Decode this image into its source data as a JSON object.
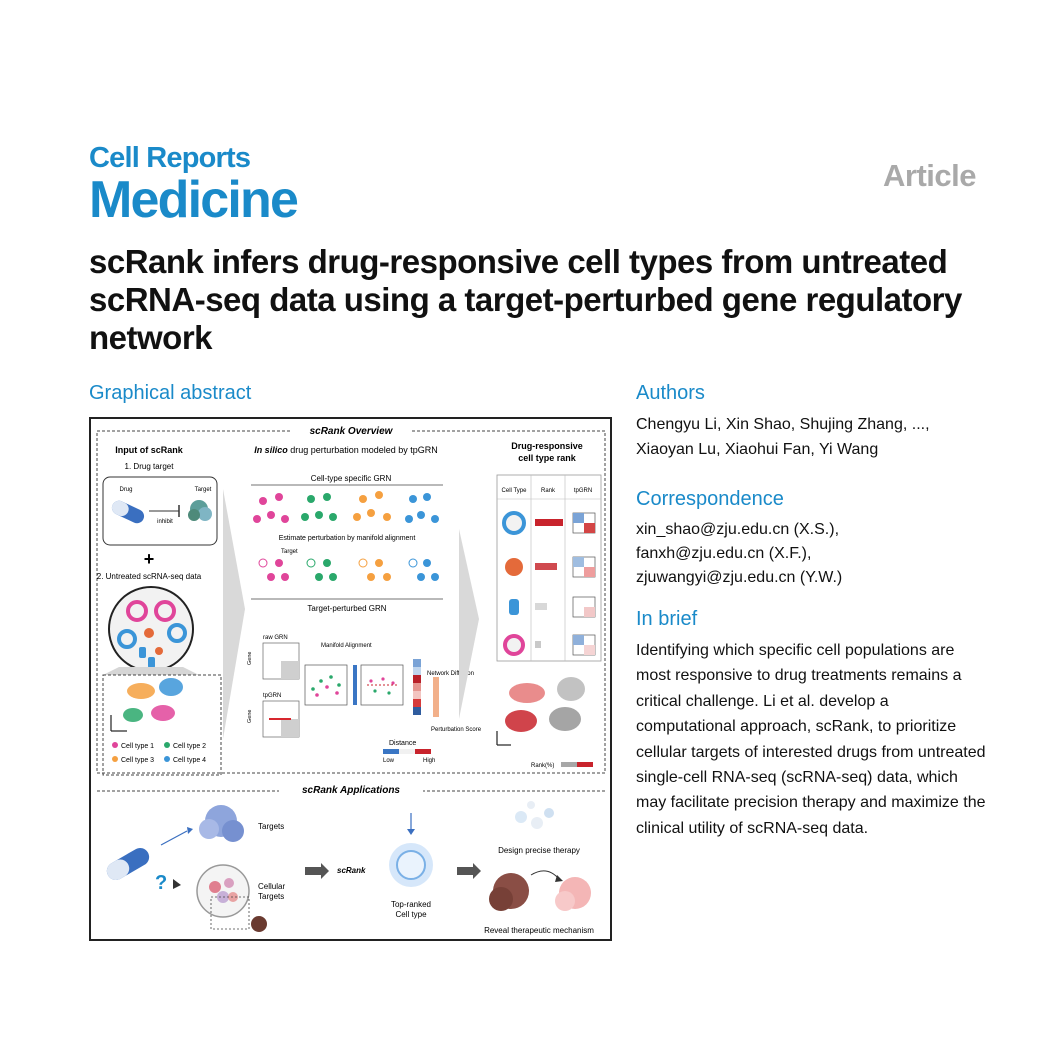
{
  "journal": {
    "line1": "Cell Reports",
    "line2": "Medicine"
  },
  "article_type": "Article",
  "title": "scRank infers drug-responsive cell types from untreated scRNA-seq data using a target-perturbed gene regulatory network",
  "sections": {
    "graphical_abstract": "Graphical abstract",
    "authors": "Authors",
    "correspondence": "Correspondence",
    "in_brief": "In brief"
  },
  "authors": "Chengyu Li, Xin Shao, Shujing Zhang, ..., Xiaoyan Lu, Xiaohui Fan, Yi Wang",
  "correspondence": [
    "xin_shao@zju.edu.cn (X.S.),",
    "fanxh@zju.edu.cn (X.F.),",
    "zjuwangyi@zju.edu.cn (Y.W.)"
  ],
  "in_brief": "Identifying which specific cell populations are most responsive to drug treatments remains a critical challenge. Li et al. develop a computational approach, scRank, to prioritize cellular targets of interested drugs from untreated single-cell RNA-seq (scRNA-seq) data, which may facilitate precision therapy and maximize the clinical utility of scRNA-seq data.",
  "figure": {
    "overview_title": "scRank Overview",
    "input_title": "Input of scRank",
    "step1": "1. Drug target",
    "drug": "Drug",
    "target": "Target",
    "inhibit": "inhibit",
    "plus": "+",
    "step2": "2. Untreated scRNA-seq data",
    "legend": [
      "Cell type 1",
      "Cell type 2",
      "Cell type 3",
      "Cell type 4"
    ],
    "insilico_em": "In silico",
    "insilico_rest": " drug perturbation modeled by tpGRN",
    "grn_title": "Cell-type specific GRN",
    "estimate": "Estimate perturbation by manifold alignment",
    "target_small": "Target",
    "tp_grn": "Target-perturbed GRN",
    "raw_grn": "raw GRN",
    "tp_grn_small": "tpGRN",
    "gene": "Gene",
    "manifold": "Manifold Alignment",
    "network_diffusion": "Network Diffusion",
    "perturbation_score": "Perturbation Score",
    "distance": "Distance",
    "low": "Low",
    "high": "High",
    "rank_title_1": "Drug-responsive",
    "rank_title_2": "cell type rank",
    "col_celltype": "Cell Type",
    "col_rank": "Rank",
    "col_tpgrn": "tpGRN",
    "rank_pct": "Rank(%)",
    "apps_title": "scRank Applications",
    "targets": "Targets",
    "question": "?",
    "cellular": "Cellular",
    "targets2": "Targets",
    "scrank": "scRank",
    "top_ranked": "Top-ranked",
    "cell_type": "Cell type",
    "design": "Design precise therapy",
    "reveal": "Reveal therapeutic mechanism"
  },
  "colors": {
    "brand_blue": "#1a8ac9",
    "article_gray": "#a9a9a9",
    "cell_type_1": "#e0459a",
    "cell_type_2": "#2aa86b",
    "cell_type_3": "#f5a040",
    "cell_type_4": "#3b95d8",
    "rank_red": "#c8232c"
  }
}
